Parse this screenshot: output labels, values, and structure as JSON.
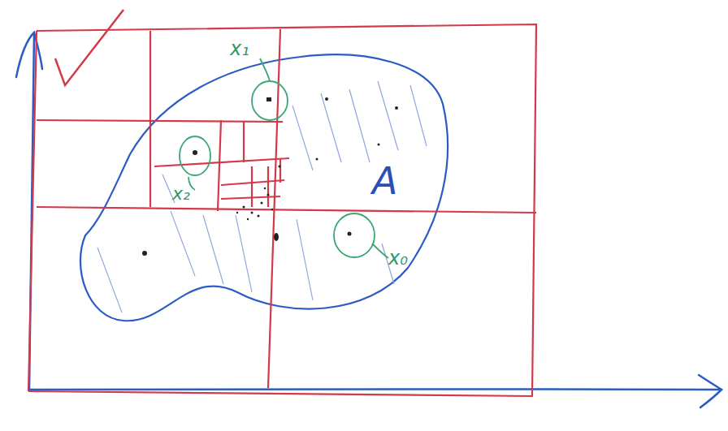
{
  "diagram": {
    "labels": [
      "x₁",
      "A",
      "x₂",
      "x₀"
    ]
  }
}
